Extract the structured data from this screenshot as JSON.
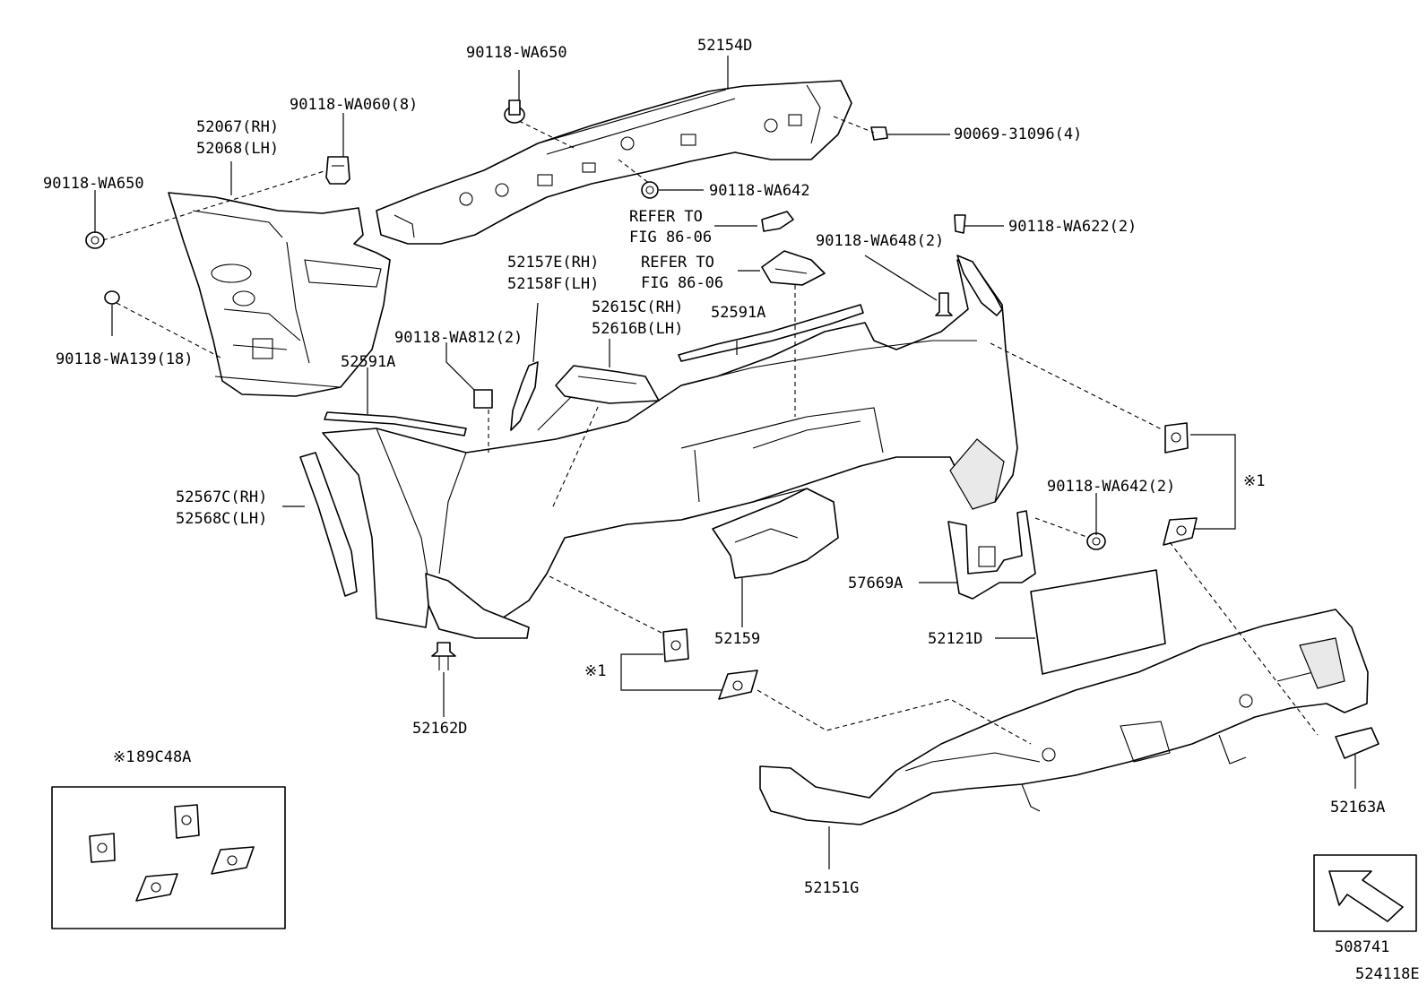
{
  "diagram_id": "524118E",
  "view_code": "508741",
  "legend_note": "※1",
  "legend_kit": "89C48A",
  "callouts": {
    "c_52154D": "52154D",
    "c_90118WA650_top": "90118-WA650",
    "c_90118WA0608": "90118-WA060(8)",
    "c_52067RH": "52067(RH)",
    "c_52068LH": "52068(LH)",
    "c_90118WA650_left": "90118-WA650",
    "c_90069": "90069-31096(4)",
    "c_90118WA642": "90118-WA642",
    "c_refer1a": "REFER TO",
    "c_refer1b": "FIG 86-06",
    "c_refer2a": "REFER TO",
    "c_refer2b": "FIG 86-06",
    "c_90118WA6222": "90118-WA622(2)",
    "c_90118WA6482": "90118-WA648(2)",
    "c_52157E": "52157E(RH)",
    "c_52158F": "52158F(LH)",
    "c_52615C": "52615C(RH)",
    "c_52616B": "52616B(LH)",
    "c_52591A_right": "52591A",
    "c_90118WA8122": "90118-WA812(2)",
    "c_90118WA13918": "90118-WA139(18)",
    "c_52591A_left": "52591A",
    "c_52567C": "52567C(RH)",
    "c_52568C": "52568C(LH)",
    "c_90118WA6422": "90118-WA642(2)",
    "c_note1_right": "※1",
    "c_57669A": "57669A",
    "c_52121D": "52121D",
    "c_52159": "52159",
    "c_note1_mid": "※1",
    "c_52162D": "52162D",
    "c_52163A": "52163A",
    "c_52151G": "52151G"
  }
}
